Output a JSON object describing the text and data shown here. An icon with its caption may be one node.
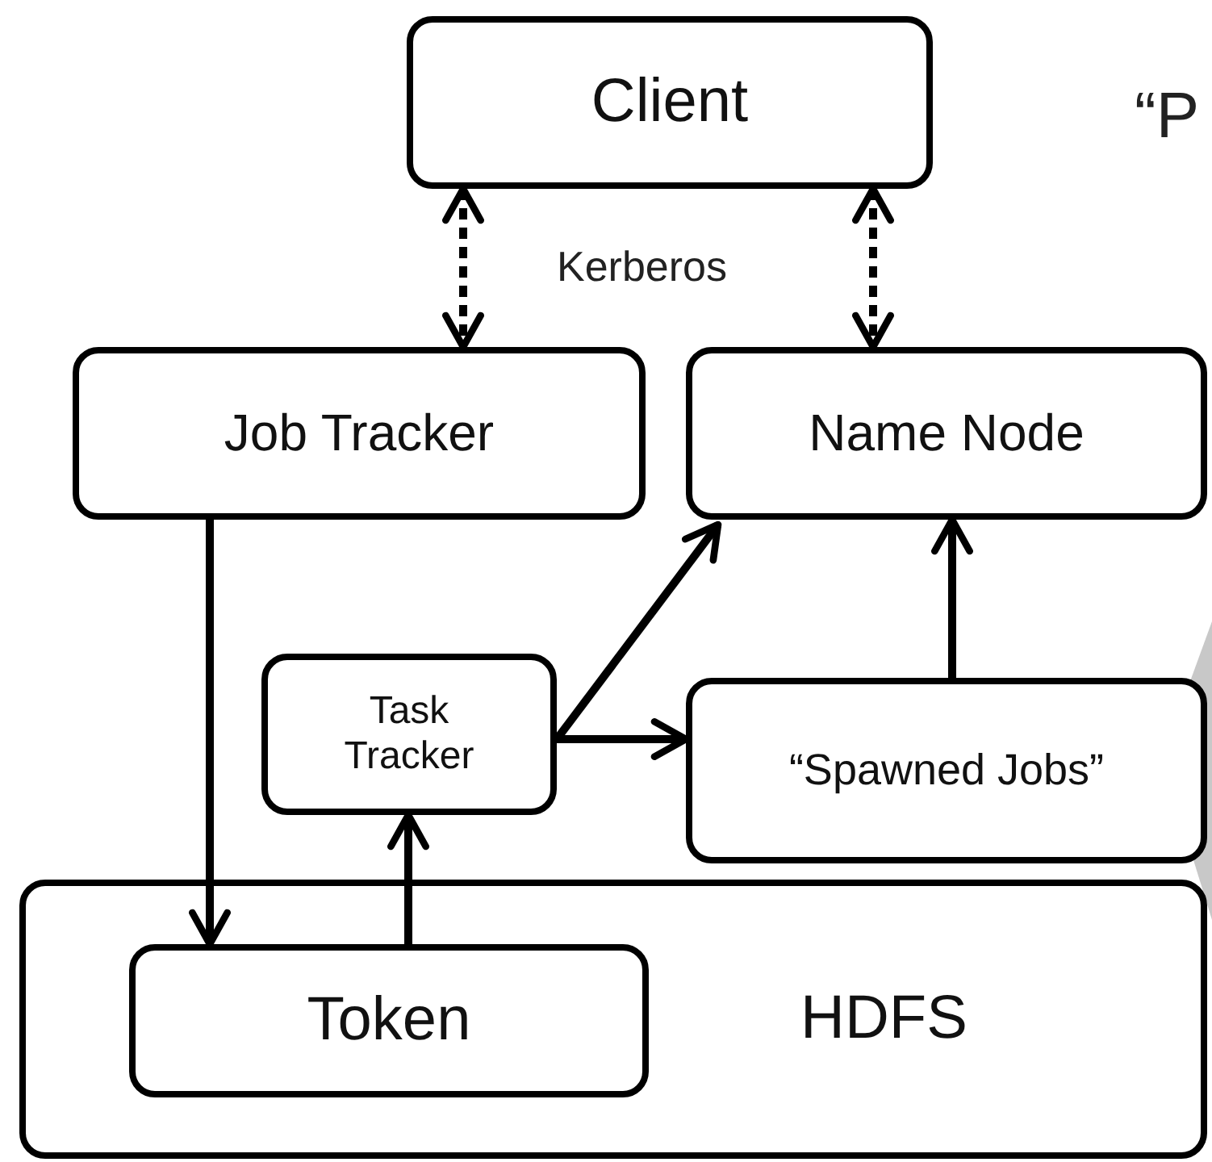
{
  "diagram": {
    "nodes": [
      {
        "text": [
          "Client"
        ]
      },
      {
        "text": [
          "Job Tracker"
        ]
      },
      {
        "text": [
          "Name Node"
        ]
      },
      {
        "text": [
          "Task Tracker"
        ]
      },
      {
        "text": [
          "“Spawned Jobs”"
        ]
      },
      {
        "text": [
          "HDFS"
        ]
      },
      {
        "text": [
          "Token"
        ],
        "in": 5
      }
    ],
    "edges": [
      {
        "from": 0,
        "to": 1,
        "arrow": "both",
        "style": "dashed"
      },
      {
        "from": 0,
        "to": 2,
        "arrow": "both",
        "style": "dashed"
      },
      {
        "from": 1,
        "to": 6,
        "arrow": "to"
      },
      {
        "from": 6,
        "to": 3,
        "arrow": "to"
      },
      {
        "from": 3,
        "to": 2,
        "arrow": "to"
      },
      {
        "from": 3,
        "to": 4,
        "arrow": "to"
      },
      {
        "from": 4,
        "to": 2,
        "arrow": "to"
      }
    ],
    "labels": [
      "Kerberos",
      "“P"
    ]
  }
}
